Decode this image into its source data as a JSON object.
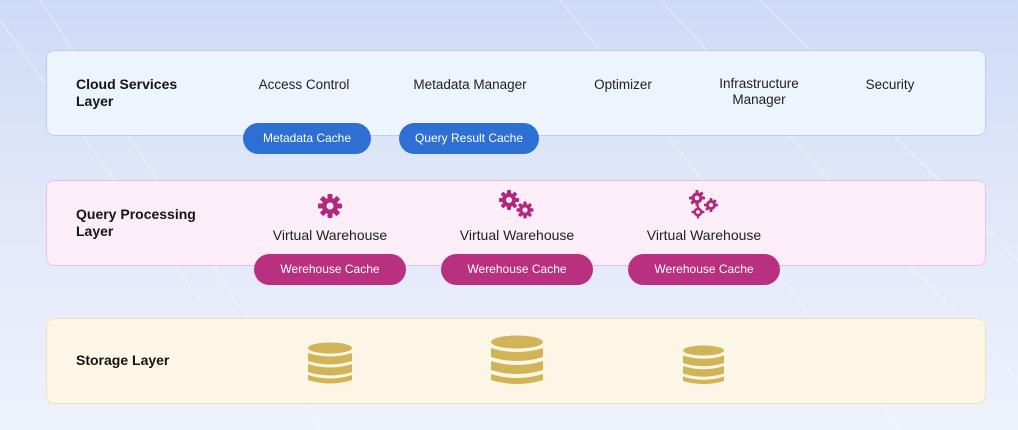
{
  "layers": {
    "cloud": {
      "title": "Cloud Services Layer",
      "services": [
        "Access Control",
        "Metadata Manager",
        "Optimizer",
        "Infrastructure Manager",
        "Security"
      ],
      "caches": [
        "Metadata Cache",
        "Query Result Cache"
      ]
    },
    "query": {
      "title": "Query Processing Layer",
      "warehouses": [
        {
          "label": "Virtual Warehouse",
          "cache": "Werehouse Cache",
          "icon": "single-gear-icon"
        },
        {
          "label": "Virtual Warehouse",
          "cache": "Werehouse Cache",
          "icon": "double-gear-icon"
        },
        {
          "label": "Virtual Warehouse",
          "cache": "Werehouse Cache",
          "icon": "triple-gear-icon"
        }
      ]
    },
    "storage": {
      "title": "Storage Layer",
      "databases": [
        "database-icon",
        "database-icon",
        "database-icon"
      ]
    }
  },
  "colors": {
    "cloud_bg": "#eef4fd",
    "query_bg": "#fbeef8",
    "storage_bg": "#fcf6e6",
    "blue_pill": "#2d6fd2",
    "magenta_pill": "#b8307f",
    "gear": "#b1297c",
    "database": "#d2b458"
  }
}
